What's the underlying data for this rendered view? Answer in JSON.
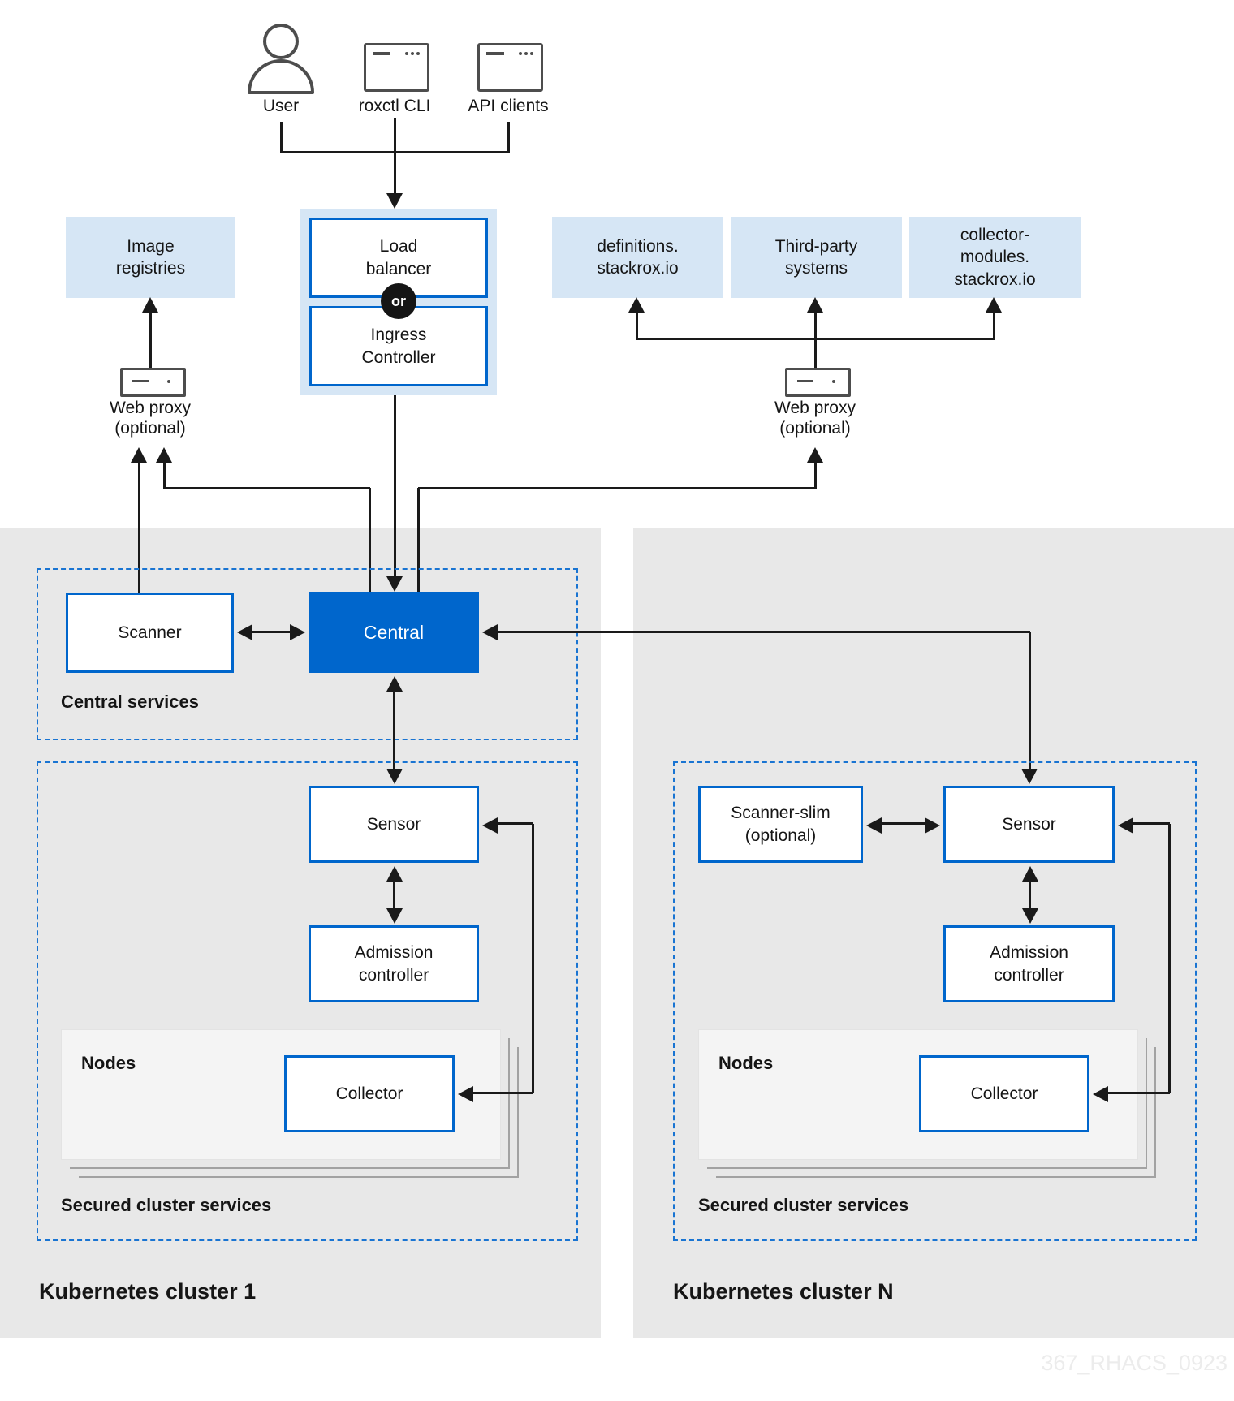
{
  "actors": {
    "user": "User",
    "roxctl_cli": "roxctl CLI",
    "api_clients": "API clients"
  },
  "entry": {
    "load_balancer": "Load\nbalancer",
    "or_label": "or",
    "ingress_controller": "Ingress\nController"
  },
  "external": {
    "image_registries": "Image\nregistries",
    "definitions": "definitions.\nstackrox.io",
    "third_party": "Third-party\nsystems",
    "collector_modules": "collector-\nmodules.\nstackrox.io",
    "web_proxy_label": "Web proxy",
    "web_proxy_optional": "(optional)"
  },
  "central_services": {
    "label": "Central services",
    "scanner": "Scanner",
    "central": "Central"
  },
  "cluster1": {
    "title": "Kubernetes cluster 1",
    "secured_label": "Secured cluster services",
    "sensor": "Sensor",
    "admission_controller": "Admission\ncontroller",
    "nodes_label": "Nodes",
    "collector": "Collector"
  },
  "clusterN": {
    "title": "Kubernetes cluster N",
    "secured_label": "Secured cluster services",
    "scanner_slim": "Scanner-slim",
    "scanner_slim_optional": "(optional)",
    "sensor": "Sensor",
    "admission_controller": "Admission\ncontroller",
    "nodes_label": "Nodes",
    "collector": "Collector"
  },
  "watermark": "367_RHACS_0923",
  "colors": {
    "accent_blue": "#0066cc",
    "light_blue": "#d6e6f5",
    "panel_gray": "#e8e8e8",
    "node_panel_gray": "#f4f4f4",
    "line_black": "#1a1a1a",
    "icon_gray": "#4d4d4d",
    "dashed_border_blue": "#1974d2",
    "watermark_gray": "#ececec"
  }
}
